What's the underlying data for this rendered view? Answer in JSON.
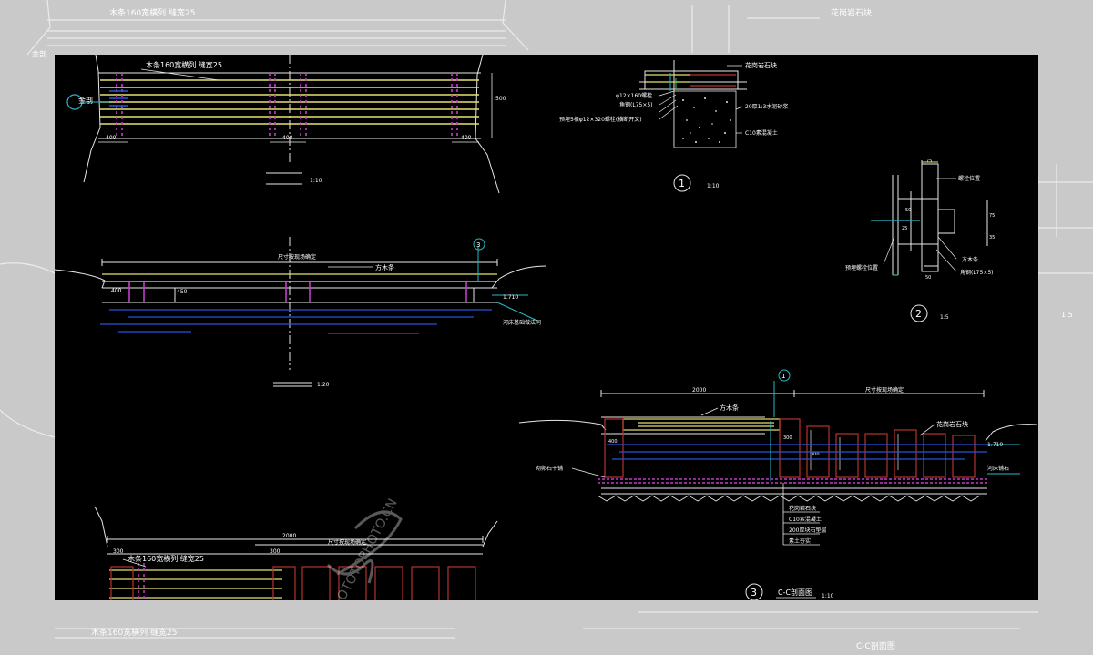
{
  "background": {
    "labels": {
      "top_left": "木条160宽横列 缝宽25",
      "left_mark": "金剖",
      "top_right": "花岗岩石块",
      "bottom_right": "C-C剖面图",
      "bottom_left": "木条160宽横列 缝宽25",
      "right_scale": "1:5"
    }
  },
  "drawing": {
    "plan_top": {
      "callout": "木条160宽横列 缝宽25",
      "left_mark": "金剖",
      "dim_left": "400",
      "dim_mid": "400",
      "dim_right": "400",
      "dim_side": "500",
      "scale": "1:10"
    },
    "elevation": {
      "dim_top": "尺寸按现场确定",
      "callout": "方木条",
      "dim_left": "400",
      "dim_h": "450",
      "level": "1.710",
      "note": "河床基础做法同",
      "section_mark": "3",
      "scale": "1:20"
    },
    "plan_bottom": {
      "callout": "木条160宽横列 缝宽25",
      "dim_total": "2000",
      "dim_top": "尺寸按现场确定",
      "dim_left": "300",
      "dim_mid": "300"
    },
    "detail1": {
      "labels": [
        "花岗岩石块",
        "φ12×160螺栓",
        "角钢(L75×5)",
        "预埋5根φ12×320螺栓(横断开叉)",
        "20厚1:3水泥砂浆",
        "C10素混凝土"
      ],
      "number": "1",
      "scale": "1:10"
    },
    "detail2": {
      "labels": [
        "螺栓位置",
        "方木条",
        "角钢(L75×5)",
        "预埋螺栓位置"
      ],
      "dims": [
        "75",
        "50",
        "25",
        "75",
        "35",
        "50"
      ],
      "number": "2",
      "scale": "1:5"
    },
    "detail3": {
      "dim_total": "2000",
      "dim_right": "尺寸按现场确定",
      "callout_top": "方木条",
      "callout_right": "花岗岩石块",
      "callout_left": "砌卵石干铺",
      "level": "1.710",
      "river_bed": "河床铺石",
      "dims_small": [
        "400",
        "300",
        "300"
      ],
      "layers": [
        "花岗岩石块",
        "C10素混凝土",
        "200厚块石垫层",
        "素土夯实"
      ],
      "number": "3",
      "title": "C-C剖面图",
      "scale": "1:10",
      "section_mark": "1"
    }
  },
  "watermark": {
    "text": "OTOTOPHOTO.CN"
  },
  "colors": {
    "frame": "#000000",
    "outer": "#c9c9c9",
    "line_white": "#e8e8e8",
    "line_yellow": "#e6e070",
    "line_magenta": "#c23cc8",
    "line_cyan": "#27b8c8",
    "line_blue": "#2a52d6",
    "line_red": "#b8322a",
    "line_green": "#2fcf4f"
  }
}
